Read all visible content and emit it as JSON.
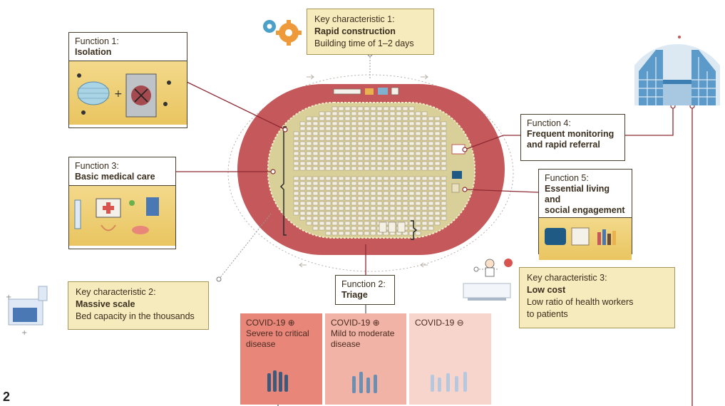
{
  "func1": {
    "label": "Function 1:",
    "title": "Isolation"
  },
  "func2": {
    "label": "Function 2:",
    "title": "Triage"
  },
  "func3": {
    "label": "Function 3:",
    "title": "Basic medical care"
  },
  "func4": {
    "label": "Function 4:",
    "title_line1": "Frequent monitoring",
    "title_line2": "and rapid referral"
  },
  "func5": {
    "label": "Function 5:",
    "title_line1": "Essential living and",
    "title_line2": "social engagement"
  },
  "kc1": {
    "label": "Key characteristic 1:",
    "title": "Rapid construction",
    "desc": "Building time of 1–2 days"
  },
  "kc2": {
    "label": "Key characteristic 2:",
    "title": "Massive scale",
    "desc": "Bed capacity in the thousands"
  },
  "kc3": {
    "label": "Key characteristic 3:",
    "title": "Low cost",
    "desc_line1": "Low ratio of health workers",
    "desc_line2": "to patients"
  },
  "triage": [
    {
      "head": "COVID-19 ⊕",
      "line1": "Severe to critical",
      "line2": " disease"
    },
    {
      "head": "COVID-19 ⊕",
      "line1": "Mild to moderate",
      "line2": "disease"
    },
    {
      "head": "COVID-19 ⊖",
      "line1": "",
      "line2": ""
    }
  ],
  "figure_number": "2",
  "colors": {
    "track": "#c4585a",
    "field": "#d8cf9a",
    "kc_bg": "#f6ebbc",
    "severe": "#e8867a",
    "mild": "#f1b3a6",
    "negative": "#f7d5cc"
  }
}
